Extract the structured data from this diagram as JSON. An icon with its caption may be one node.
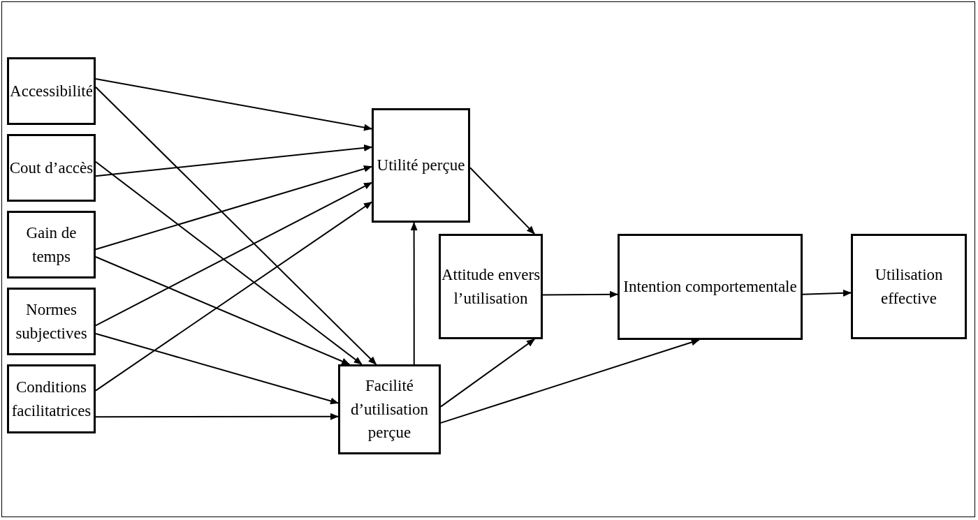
{
  "diagram": {
    "nodes": [
      {
        "text": [
          "Accessibilité"
        ]
      },
      {
        "text": [
          "Cout d’accès"
        ]
      },
      {
        "text": [
          "Gain de temps"
        ]
      },
      {
        "text": [
          "Normes subjectives"
        ]
      },
      {
        "text": [
          "Conditions facilitatrices"
        ]
      },
      {
        "text": [
          "Utilité perçue"
        ]
      },
      {
        "text": [
          "Facilité d’utilisation perçue"
        ]
      },
      {
        "text": [
          "Attitude envers l’utilisation"
        ]
      },
      {
        "text": [
          "Intention comportementale"
        ]
      },
      {
        "text": [
          "Utilisation effective"
        ]
      }
    ],
    "edges": [
      {
        "from": 0,
        "to": 5,
        "arrow": "to"
      },
      {
        "from": 0,
        "to": 6,
        "arrow": "to"
      },
      {
        "from": 1,
        "to": 5,
        "arrow": "to"
      },
      {
        "from": 1,
        "to": 6,
        "arrow": "to"
      },
      {
        "from": 2,
        "to": 5,
        "arrow": "to"
      },
      {
        "from": 2,
        "to": 6,
        "arrow": "to"
      },
      {
        "from": 3,
        "to": 5,
        "arrow": "to"
      },
      {
        "from": 3,
        "to": 6,
        "arrow": "to"
      },
      {
        "from": 4,
        "to": 5,
        "arrow": "to"
      },
      {
        "from": 4,
        "to": 6,
        "arrow": "to"
      },
      {
        "from": 6,
        "to": 5,
        "arrow": "to"
      },
      {
        "from": 5,
        "to": 7,
        "arrow": "to"
      },
      {
        "from": 6,
        "to": 7,
        "arrow": "to"
      },
      {
        "from": 6,
        "to": 8,
        "arrow": "to"
      },
      {
        "from": 7,
        "to": 8,
        "arrow": "to"
      },
      {
        "from": 8,
        "to": 9,
        "arrow": "to"
      }
    ]
  }
}
